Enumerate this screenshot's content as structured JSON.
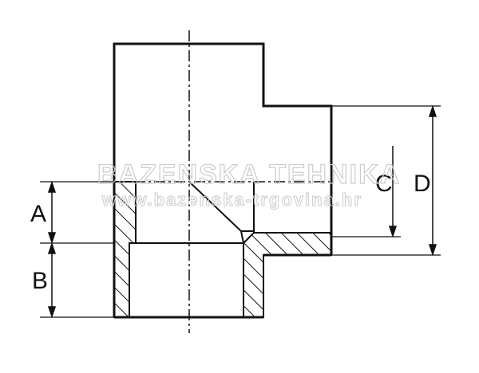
{
  "labels": {
    "a": "A",
    "b": "B",
    "c": "C",
    "d": "D"
  },
  "watermark": {
    "title": "BAZENSKA TEHNIKA",
    "url": "www.bazenska-trgovina.hr"
  },
  "colors": {
    "line": "#111111",
    "watermark": "#cccccc"
  }
}
